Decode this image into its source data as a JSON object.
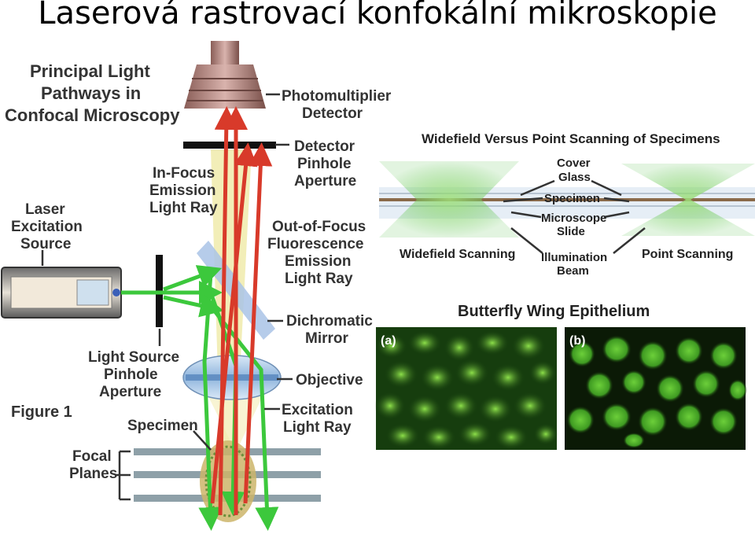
{
  "title": "Laserová rastrovací konfokální mikroskopie",
  "confocal": {
    "heading": [
      "Principal Light",
      "Pathways in",
      "Confocal Microscopy"
    ],
    "photomultiplier": [
      "Photomultiplier",
      "Detector"
    ],
    "detector_pinhole": [
      "Detector",
      "Pinhole",
      "Aperture"
    ],
    "in_focus": [
      "In-Focus",
      "Emission",
      "Light Ray"
    ],
    "laser": [
      "Laser",
      "Excitation",
      "Source"
    ],
    "out_of_focus": [
      "Out-of-Focus",
      "Fluorescence",
      "Emission",
      "Light Ray"
    ],
    "dichromatic": [
      "Dichromatic",
      "Mirror"
    ],
    "light_source_pinhole": [
      "Light Source",
      "Pinhole",
      "Aperture"
    ],
    "objective": "Objective",
    "figure": "Figure 1",
    "excitation": [
      "Excitation",
      "Light Ray"
    ],
    "specimen": "Specimen",
    "focal_planes": [
      "Focal",
      "Planes"
    ]
  },
  "widefield": {
    "heading": "Widefield Versus Point Scanning of Specimens",
    "cover_glass": [
      "Cover",
      "Glass"
    ],
    "specimen": "Specimen",
    "slide": [
      "Microscope",
      "Slide"
    ],
    "widefield_scanning": "Widefield Scanning",
    "illumination": [
      "Illumination",
      "Beam"
    ],
    "point_scanning": "Point Scanning"
  },
  "butterfly": {
    "heading": "Butterfly Wing Epithelium",
    "label_a": "(a)",
    "label_b": "(b)"
  },
  "colors": {
    "green_ray": "#3cc83c",
    "red_ray": "#d83a2a",
    "cone_yellow": "#f1ecb0",
    "label_text": "#333333"
  }
}
